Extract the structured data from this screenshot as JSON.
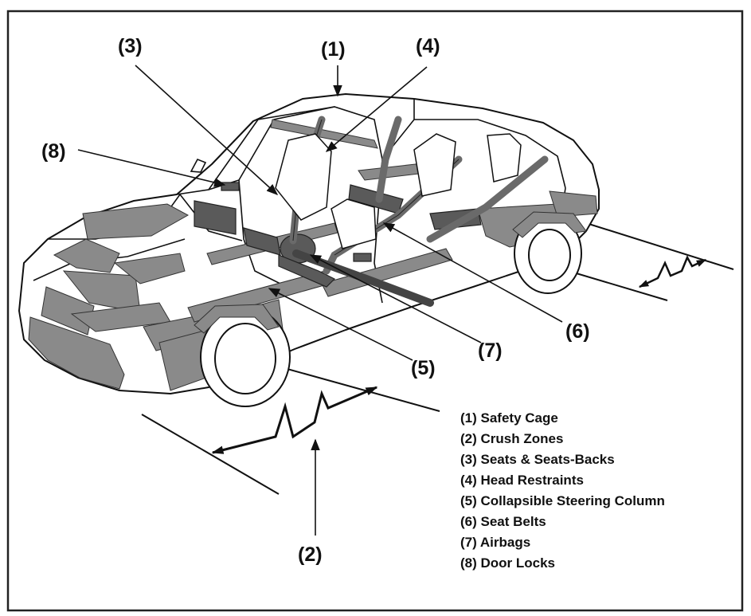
{
  "callouts": [
    {
      "id": "c1",
      "text": "(1)"
    },
    {
      "id": "c2",
      "text": "(2)"
    },
    {
      "id": "c3",
      "text": "(3)"
    },
    {
      "id": "c4",
      "text": "(4)"
    },
    {
      "id": "c5",
      "text": "(5)"
    },
    {
      "id": "c6",
      "text": "(6)"
    },
    {
      "id": "c7",
      "text": "(7)"
    },
    {
      "id": "c8",
      "text": "(8)"
    }
  ],
  "legend": [
    "(1) Safety Cage",
    "(2) Crush Zones",
    "(3) Seats & Seats-Backs",
    "(4) Head Restraints",
    "(5) Collapsible Steering Column",
    "(6) Seat Belts",
    "(7) Airbags",
    "(8) Door Locks"
  ],
  "colors": {
    "ink": "#111111",
    "shade": "#8a8a8a",
    "shade_dark": "#5a5a5a",
    "frame": "#222222",
    "background": "#ffffff"
  },
  "icons": {
    "leader_arrow": "arrowhead-icon",
    "crush_zone_arrow": "double-arrow-icon"
  }
}
